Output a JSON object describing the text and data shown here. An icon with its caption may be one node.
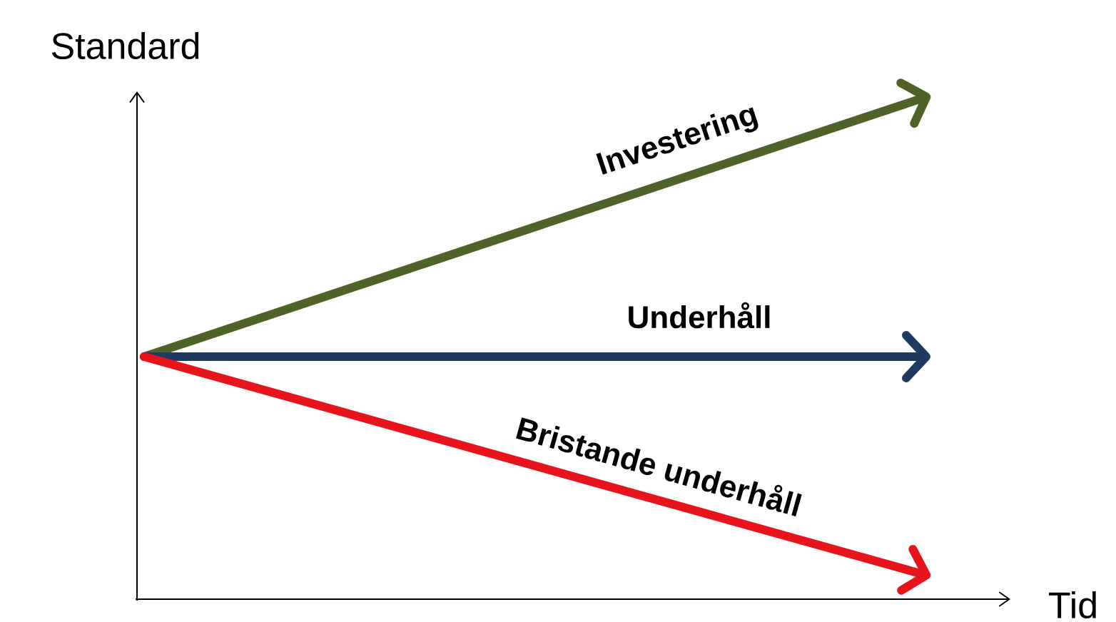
{
  "diagram": {
    "labels": [
      "Standard",
      "Tid",
      "Investering",
      "Underhåll",
      "Bristande underhåll"
    ]
  }
}
